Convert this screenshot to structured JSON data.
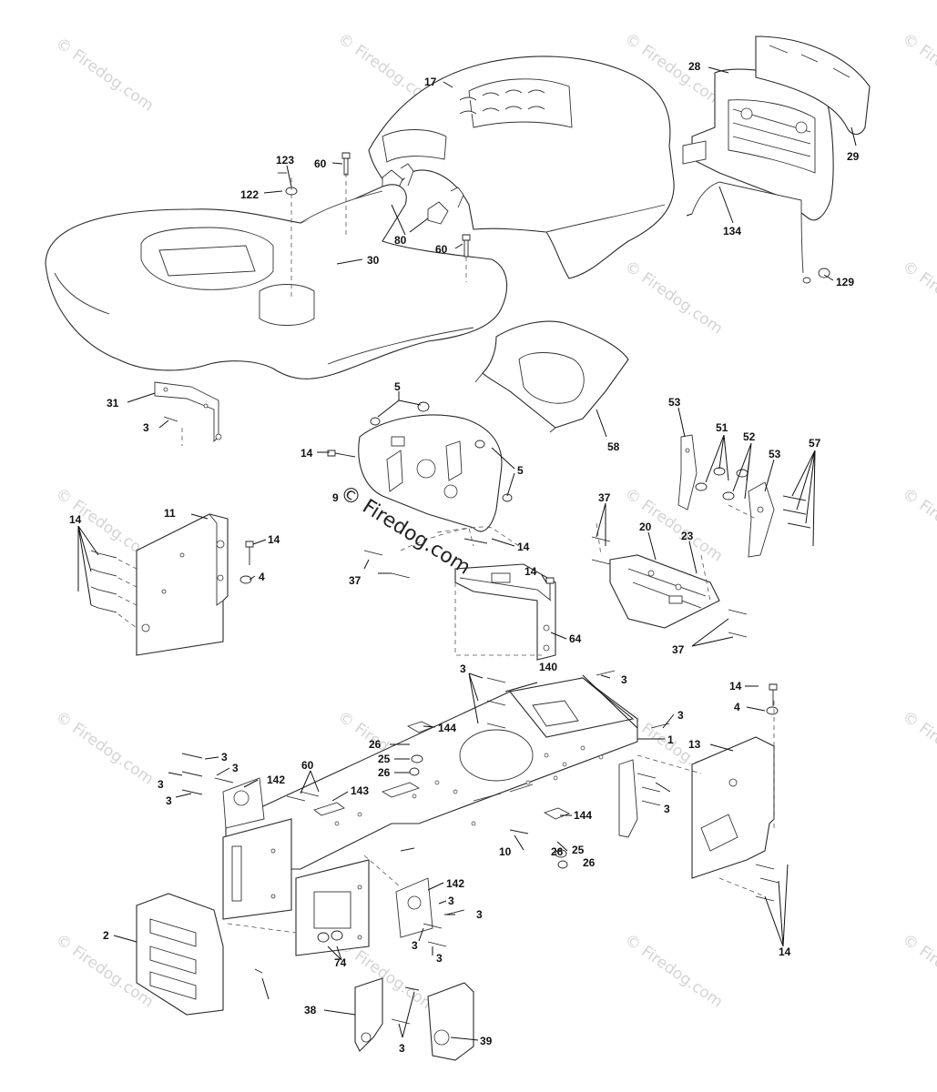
{
  "watermark": {
    "text": "© Firedog.com",
    "center_text": "© Firedog.com"
  },
  "labels": [
    "17",
    "28",
    "29",
    "134",
    "129",
    "123",
    "122",
    "60",
    "60",
    "80",
    "30",
    "31",
    "3",
    "5",
    "5",
    "14",
    "9",
    "14",
    "14",
    "11",
    "14",
    "14",
    "4",
    "37",
    "64",
    "58",
    "53",
    "51",
    "52",
    "53",
    "57",
    "37",
    "20",
    "23",
    "37",
    "140",
    "3",
    "3",
    "3",
    "1",
    "14",
    "4",
    "13",
    "144",
    "26",
    "25",
    "26",
    "3",
    "3",
    "3",
    "3",
    "142",
    "60",
    "143",
    "10",
    "144",
    "26",
    "25",
    "26",
    "3",
    "2",
    "142",
    "3",
    "3",
    "3",
    "74",
    "3",
    "38",
    "3",
    "39",
    "14"
  ]
}
